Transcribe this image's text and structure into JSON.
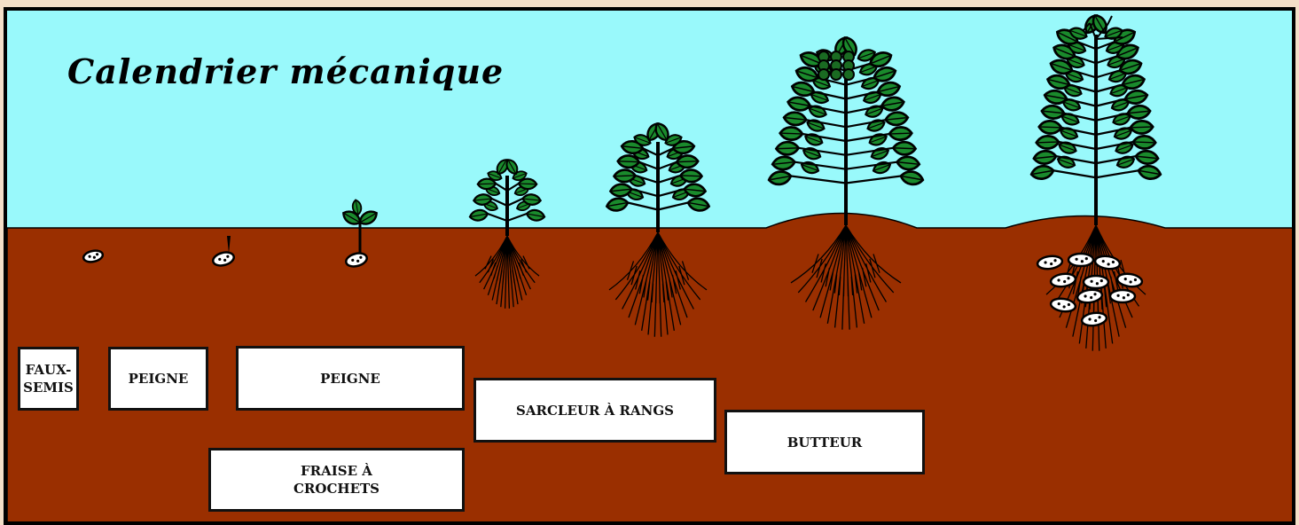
{
  "title": "Calendrier mécanique",
  "colors": {
    "sky": "#99f9fb",
    "soil": "#9a2f00",
    "foliage": "#1a8a2c",
    "border": "#000000",
    "tool_box": "#ffffff"
  },
  "stages": [
    {
      "stage": "seed"
    },
    {
      "stage": "seed-sprouting"
    },
    {
      "stage": "seedling"
    },
    {
      "stage": "young-plant"
    },
    {
      "stage": "growing-plant"
    },
    {
      "stage": "hilled-plant"
    },
    {
      "stage": "mature-plant-with-tubers"
    }
  ],
  "tools": {
    "faux_semis": "FAUX-\nSEMIS",
    "peigne_1": "PEIGNE",
    "peigne_2": "PEIGNE",
    "fraise": "FRAISE À\nCROCHETS",
    "sarcleur": "SARCLEUR À RANGS",
    "butteur": "BUTTEUR"
  }
}
